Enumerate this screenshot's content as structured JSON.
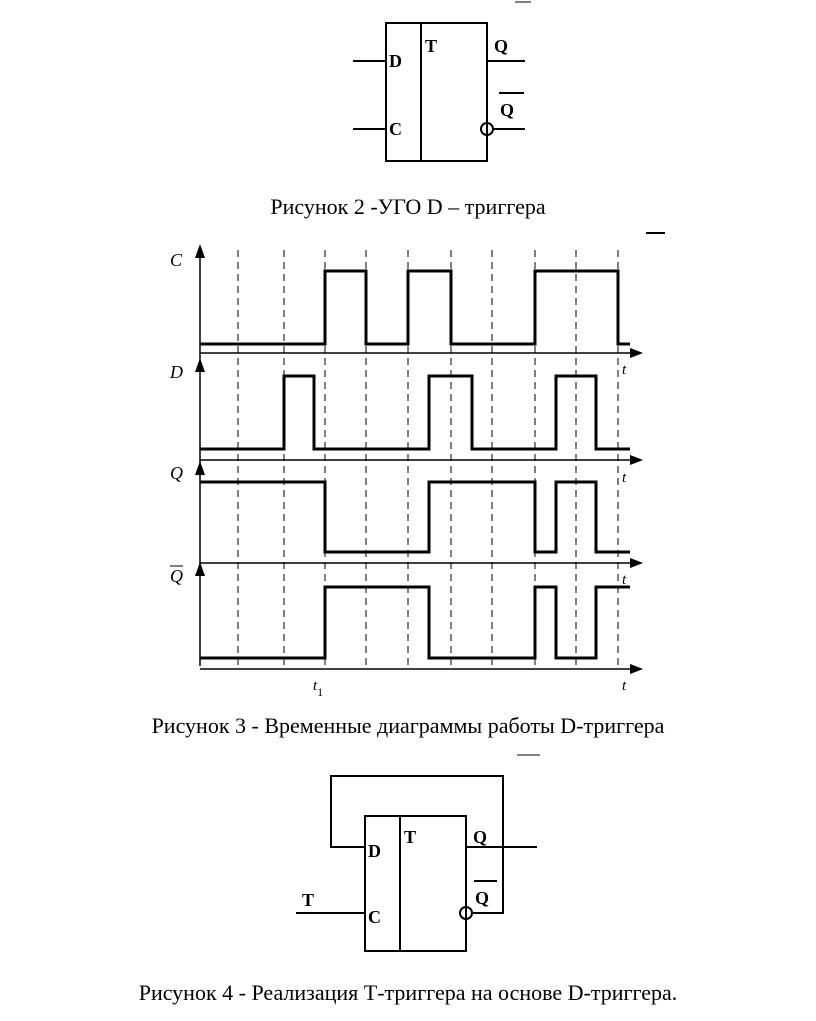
{
  "figure2": {
    "caption": "Рисунок 2 -УГО D – триггера",
    "pins": {
      "d": "D",
      "c": "C",
      "t": "T",
      "q": "Q",
      "qbar": "Q"
    }
  },
  "figure3": {
    "caption": "Рисунок 3 - Временные диаграммы работы D-триггера",
    "signals": [
      "C",
      "D",
      "Q",
      "Q"
    ],
    "time_label": "t",
    "marker": {
      "base": "t",
      "sub": "1"
    }
  },
  "figure4": {
    "caption": "Рисунок 4 - Реализация Т-триггера на основе D-триггера.",
    "pins": {
      "d": "D",
      "c": "C",
      "t": "T",
      "q": "Q",
      "qbar": "Q",
      "input": "T"
    }
  }
}
